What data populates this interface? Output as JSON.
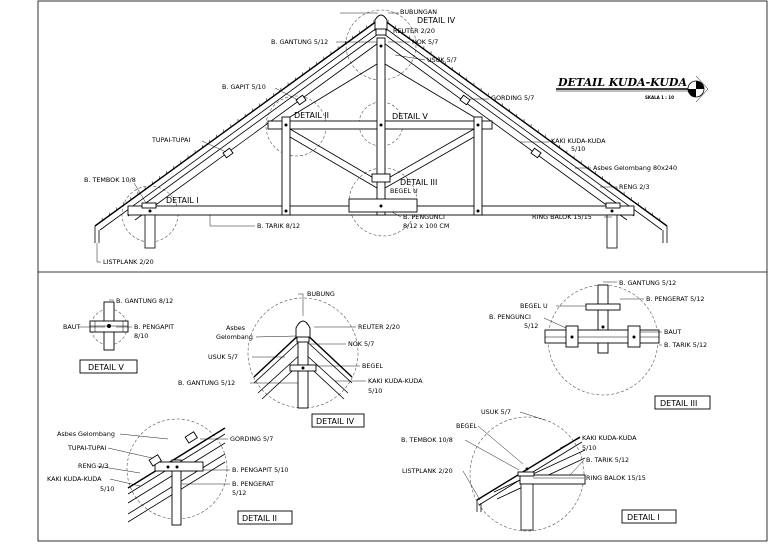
{
  "title": "DETAIL KUDA-KUDA",
  "scale_text": "SKALA 1 : 10",
  "main_labels": {
    "bubungan": "BUBUNGAN",
    "detail_iv": "DETAIL IV",
    "reuter": "REUTER 2/20",
    "gantung": "B. GANTUNG 5/12",
    "nok": "NOK 5/7",
    "usuk": "USUK 5/7",
    "gapit": "B. GAPIT 5/10",
    "gording": "GORDING 5/7",
    "detail_ii": "DETAIL II",
    "detail_v": "DETAIL V",
    "tupai": "TUPAI-TUPAI",
    "kaki_1": "KAKI KUDA-KUDA",
    "kaki_2": "5/10",
    "asbes": "Asbes Gelombang 80x240",
    "tembok": "B. TEMBOK 10/8",
    "detail_iii": "DETAIL III",
    "reng": "RENG 2/3",
    "begel_u": "BEGEL U",
    "detail_i": "DETAIL I",
    "pengunci_1": "B. PENGUNCI",
    "pengunci_2": "8/12 x 100 CM",
    "ring_balok": "RING BALOK 15/15",
    "tarik": "B. TARIK 8/12",
    "listplank": "LISTPLANK 2/20"
  },
  "detail_v": {
    "gantung": "B. GANTUNG 8/12",
    "baut": "BAUT",
    "pengapit_1": "B. PENGAPIT",
    "pengapit_2": "8/10",
    "box": "DETAIL V"
  },
  "detail_iv": {
    "bubung": "BUBUNG",
    "asbes_1": "Asbes",
    "asbes_2": "Gelombang",
    "reuter": "REUTER 2/20",
    "nok": "NOK 5/7",
    "usuk": "USUK 5/7",
    "begel": "BEGEL",
    "gantung": "B. GANTUNG 5/12",
    "kaki_1": "KAKI KUDA-KUDA",
    "kaki_2": "5/10",
    "box": "DETAIL IV"
  },
  "detail_iii": {
    "gantung": "B. GANTUNG 5/12",
    "begel_u": "BEGEL U",
    "pengerat": "B. PENGERAT 5/12",
    "pengunci_1": "B. PENGUNCI",
    "pengunci_2": "5/12",
    "baut": "BAUT",
    "tarik": "B. TARIK 5/12",
    "box": "DETAIL III"
  },
  "detail_ii": {
    "asbes": "Asbes Gelombang",
    "gording": "GORDING 5/7",
    "tupai": "TUPAI-TUPAI",
    "reng": "RENG 2/3",
    "pengapit": "B. PENGAPIT 5/10",
    "kaki_1": "KAKI KUDA-KUDA",
    "kaki_2": "5/10",
    "pengerat_1": "B. PENGERAT",
    "pengerat_2": "5/12",
    "box": "DETAIL II"
  },
  "detail_i": {
    "usuk": "USUK 5/7",
    "begel": "BEGEL",
    "tembok": "B. TEMBOK 10/8",
    "kaki_1": "KAKI KUDA-KUDA",
    "kaki_2": "5/10",
    "listplank": "LISTPLANK 2/20",
    "tarik": "B. TARIK 5/12",
    "ring_balok": "RING BALOK 15/15",
    "box": "DETAIL I"
  }
}
